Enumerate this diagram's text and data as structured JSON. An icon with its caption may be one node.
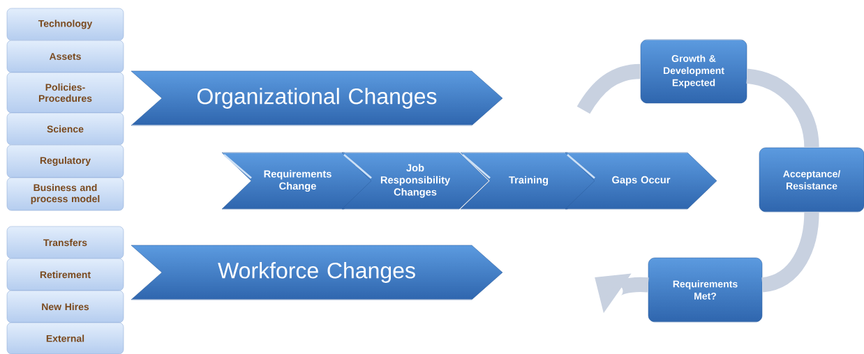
{
  "diagram": {
    "nodes": [
      {
        "text": [
          "Technology"
        ]
      },
      {
        "text": [
          "Assets"
        ]
      },
      {
        "text": [
          "Policies-Procedures"
        ]
      },
      {
        "text": [
          "Science"
        ]
      },
      {
        "text": [
          "Regulatory"
        ]
      },
      {
        "text": [
          "Business and process model"
        ]
      },
      {
        "text": [
          "Transfers"
        ]
      },
      {
        "text": [
          "Retirement"
        ]
      },
      {
        "text": [
          "New Hires"
        ]
      },
      {
        "text": [
          "External"
        ]
      },
      {
        "text": [
          "Organizational Changes"
        ]
      },
      {
        "text": [
          "Workforce Changes"
        ]
      },
      {
        "text": [
          "Requirements Change"
        ]
      },
      {
        "text": [
          "Job Responsibility Changes"
        ]
      },
      {
        "text": [
          "Training"
        ]
      },
      {
        "text": [
          "Gaps Occur"
        ]
      },
      {
        "text": [
          "Growth & Development Expected"
        ]
      },
      {
        "text": [
          "Acceptance/ Resistance"
        ]
      },
      {
        "text": [
          "Requirements Met?"
        ]
      }
    ],
    "edges": [
      {
        "from": null,
        "to": 16,
        "arrow": "none"
      },
      {
        "from": 16,
        "to": 17,
        "arrow": "none"
      },
      {
        "from": 17,
        "to": 18,
        "arrow": "none"
      },
      {
        "from": 18,
        "to": null,
        "arrow": "to"
      }
    ]
  }
}
